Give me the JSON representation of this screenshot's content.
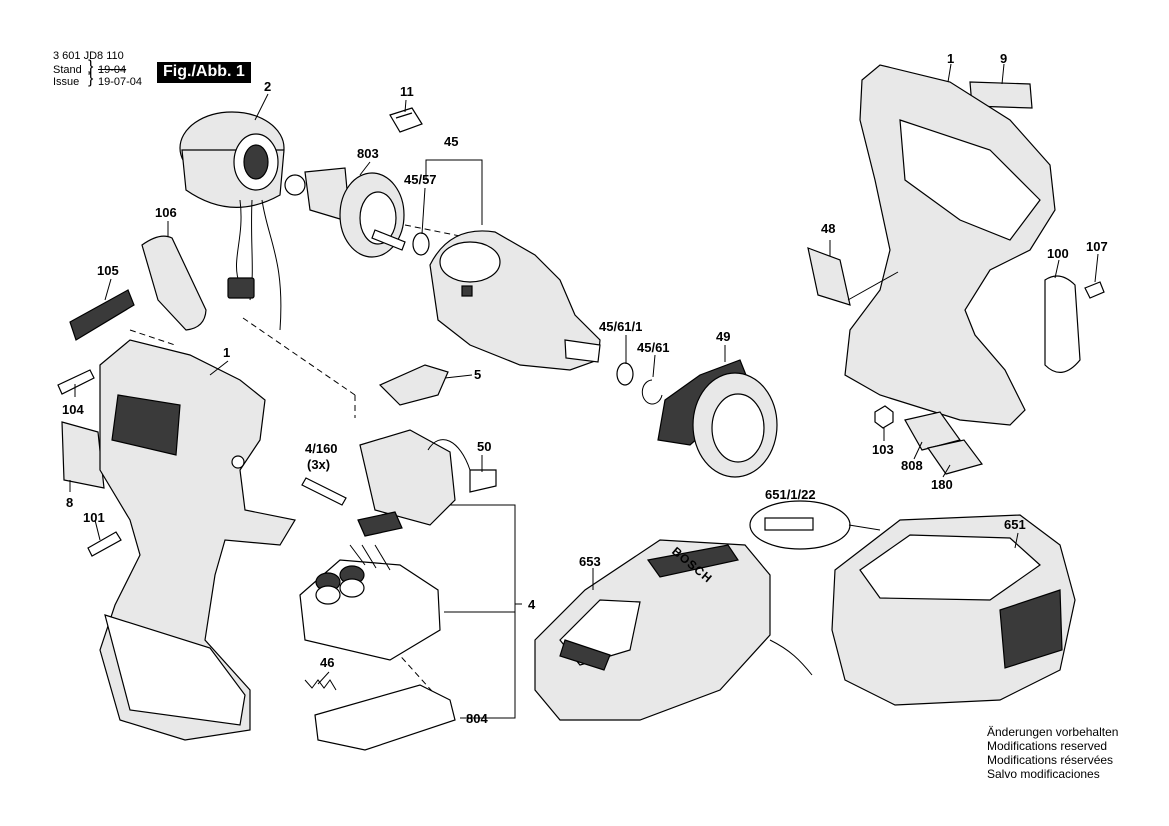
{
  "header": {
    "doc_number": "3 601 JD8 110",
    "stand_label": "Stand",
    "stand_date": "19-04",
    "issue_label": "Issue",
    "issue_date": "19-07-04",
    "figure_label": "Fig./Abb. 1"
  },
  "callouts": {
    "c1_left": "1",
    "c1_right": "1",
    "c2": "2",
    "c4": "4",
    "c4_160": "4/160",
    "c3x": "(3x)",
    "c5": "5",
    "c8": "8",
    "c9": "9",
    "c11": "11",
    "c45": "45",
    "c45_57": "45/57",
    "c45_61_1": "45/61/1",
    "c45_61": "45/61",
    "c46": "46",
    "c48": "48",
    "c49": "49",
    "c50": "50",
    "c100": "100",
    "c101": "101",
    "c103": "103",
    "c104": "104",
    "c105": "105",
    "c106": "106",
    "c107": "107",
    "c180": "180",
    "c651": "651",
    "c651_1_22": "651/1/22",
    "c653": "653",
    "c803": "803",
    "c804": "804",
    "c808": "808"
  },
  "charger_brand": "BOSCH",
  "notes": [
    "Änderungen vorbehalten",
    "Modifications reserved",
    "Modifications réservées",
    "Salvo modificaciones"
  ]
}
